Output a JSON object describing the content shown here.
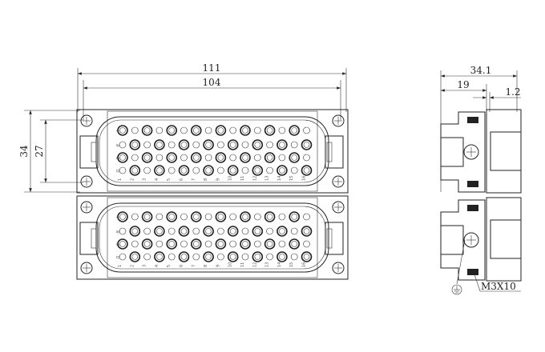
{
  "front_view": {
    "dimensions": {
      "overall_width": "111",
      "hole_pitch": "104",
      "overall_height": "34",
      "hole_height": "27"
    },
    "pin_columns": [
      "1",
      "2",
      "3",
      "4",
      "5",
      "6",
      "7",
      "8",
      "9",
      "10",
      "11",
      "12",
      "13",
      "14",
      "15",
      "16"
    ],
    "pin_rows": [
      "A",
      "B",
      "C",
      "D"
    ],
    "modules": 2
  },
  "side_view": {
    "dimensions": {
      "overall_depth": "34.1",
      "flange_depth": "19",
      "flange_thickness": "1.2"
    },
    "screw_callout": "M3X10",
    "ground_symbol": "ground-icon"
  }
}
